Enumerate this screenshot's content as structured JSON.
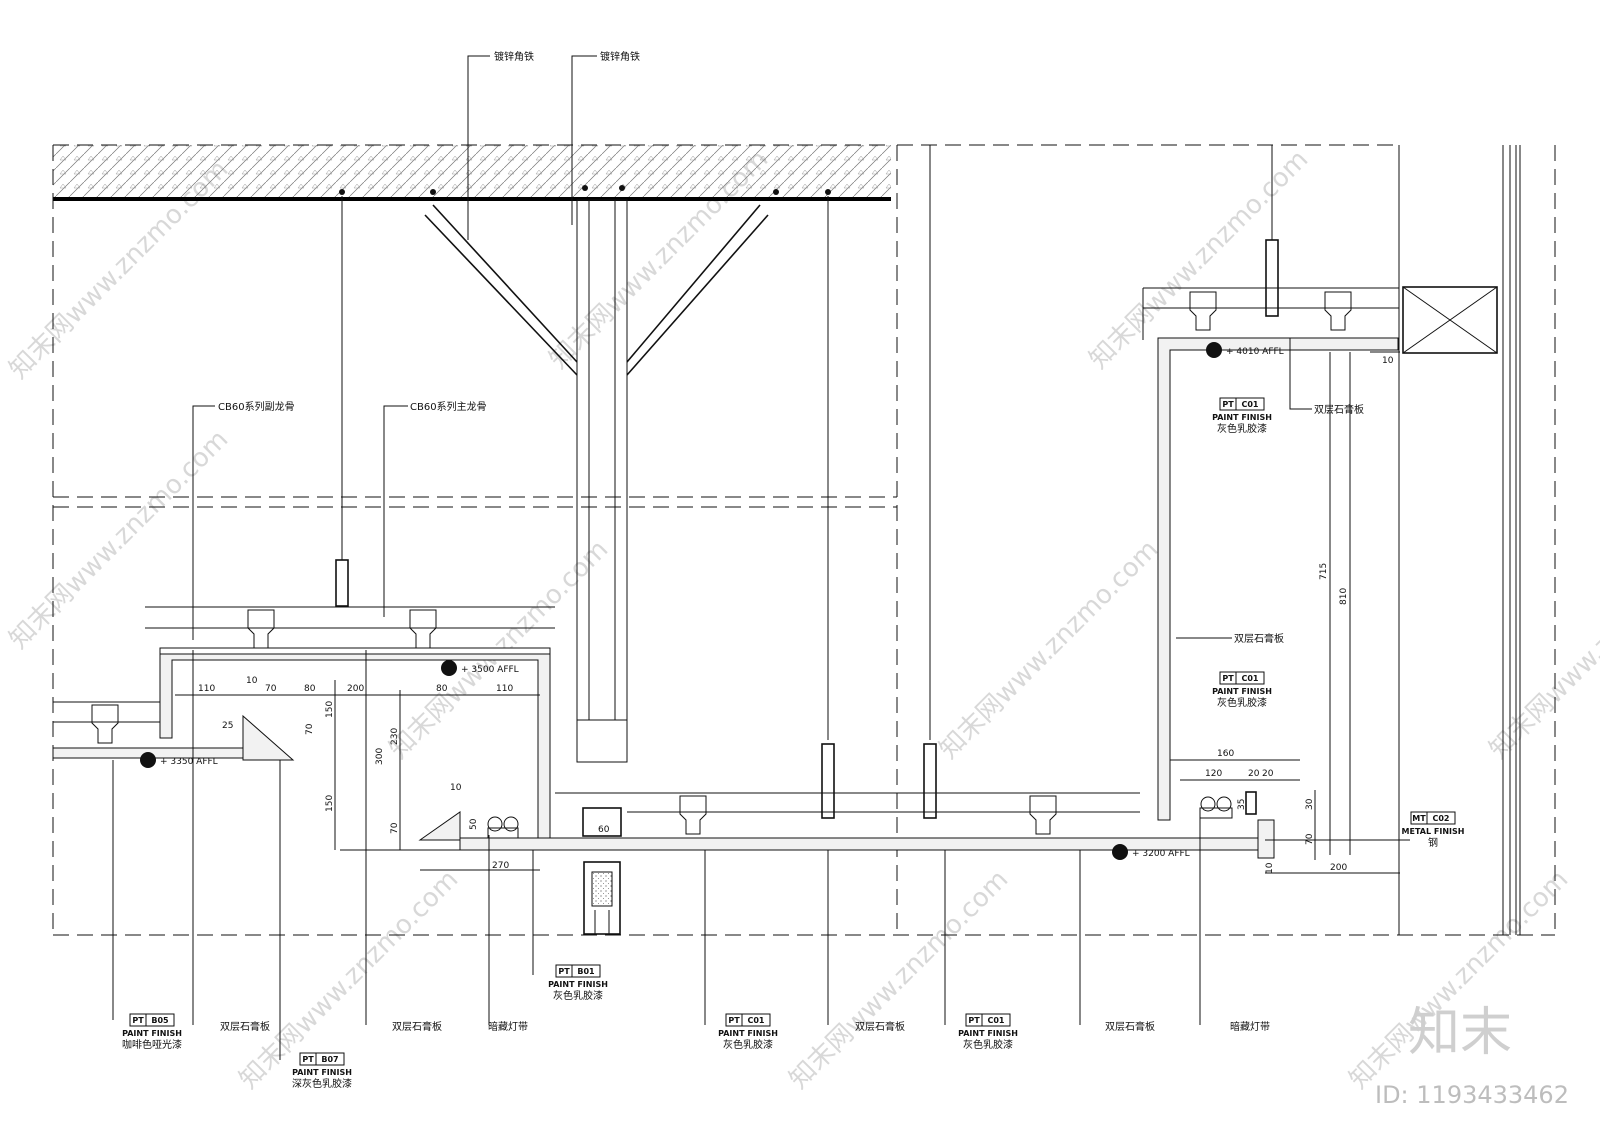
{
  "callouts": {
    "angle_iron_1": "镀锌角铁",
    "angle_iron_2": "镀锌角铁",
    "secondary_keel": "CB60系列副龙骨",
    "main_keel": "CB60系列主龙骨",
    "gypsum_right_top": "双层石膏板",
    "gypsum_right_mid": "双层石膏板",
    "gypsum_b1": "双层石膏板",
    "gypsum_b2": "双层石膏板",
    "gypsum_b3": "双层石膏板",
    "gypsum_b4": "双层石膏板",
    "light_strip_1": "暗藏灯带",
    "light_strip_2": "暗藏灯带"
  },
  "levels": {
    "lvl_4010": "+ 4010 AFFL",
    "lvl_3500": "+ 3500 AFFL",
    "lvl_3350": "+ 3350 AFFL",
    "lvl_3200": "+ 3200 AFFL"
  },
  "finish_tags": [
    {
      "code": "PT",
      "num": "C01",
      "type": "PAINT FINISH",
      "desc": "灰色乳胶漆"
    },
    {
      "code": "PT",
      "num": "C01",
      "type": "PAINT FINISH",
      "desc": "灰色乳胶漆"
    },
    {
      "code": "MT",
      "num": "C02",
      "type": "METAL FINISH",
      "desc": "钢"
    },
    {
      "code": "PT",
      "num": "B05",
      "type": "PAINT FINISH",
      "desc": "咖啡色哑光漆"
    },
    {
      "code": "PT",
      "num": "B07",
      "type": "PAINT FINISH",
      "desc": "深灰色乳胶漆"
    },
    {
      "code": "PT",
      "num": "B01",
      "type": "PAINT FINISH",
      "desc": "灰色乳胶漆"
    },
    {
      "code": "PT",
      "num": "C01",
      "type": "PAINT FINISH",
      "desc": "灰色乳胶漆"
    },
    {
      "code": "PT",
      "num": "C01",
      "type": "PAINT FINISH",
      "desc": "灰色乳胶漆"
    }
  ],
  "dimensions": {
    "d110a": "110",
    "d10a": "10",
    "d70a": "70",
    "d80a": "80",
    "d200": "200",
    "d80b": "80",
    "d110b": "110",
    "d25": "25",
    "d70b": "70",
    "d150a": "150",
    "d230": "230",
    "d300": "300",
    "d150b": "150",
    "d70c": "70",
    "d10b": "10",
    "d50": "50",
    "d270": "270",
    "d60": "60",
    "d715": "715",
    "d810": "810",
    "d10c": "10",
    "d160": "160",
    "d120": "120",
    "d20a": "20",
    "d20b": "20",
    "d30": "30",
    "d35": "35",
    "d70d": "70",
    "d10d": "10",
    "d200b": "200"
  },
  "watermark": {
    "text": "知末网www.znzmo.com",
    "logo": "知末",
    "id": "ID: 1193433462"
  }
}
